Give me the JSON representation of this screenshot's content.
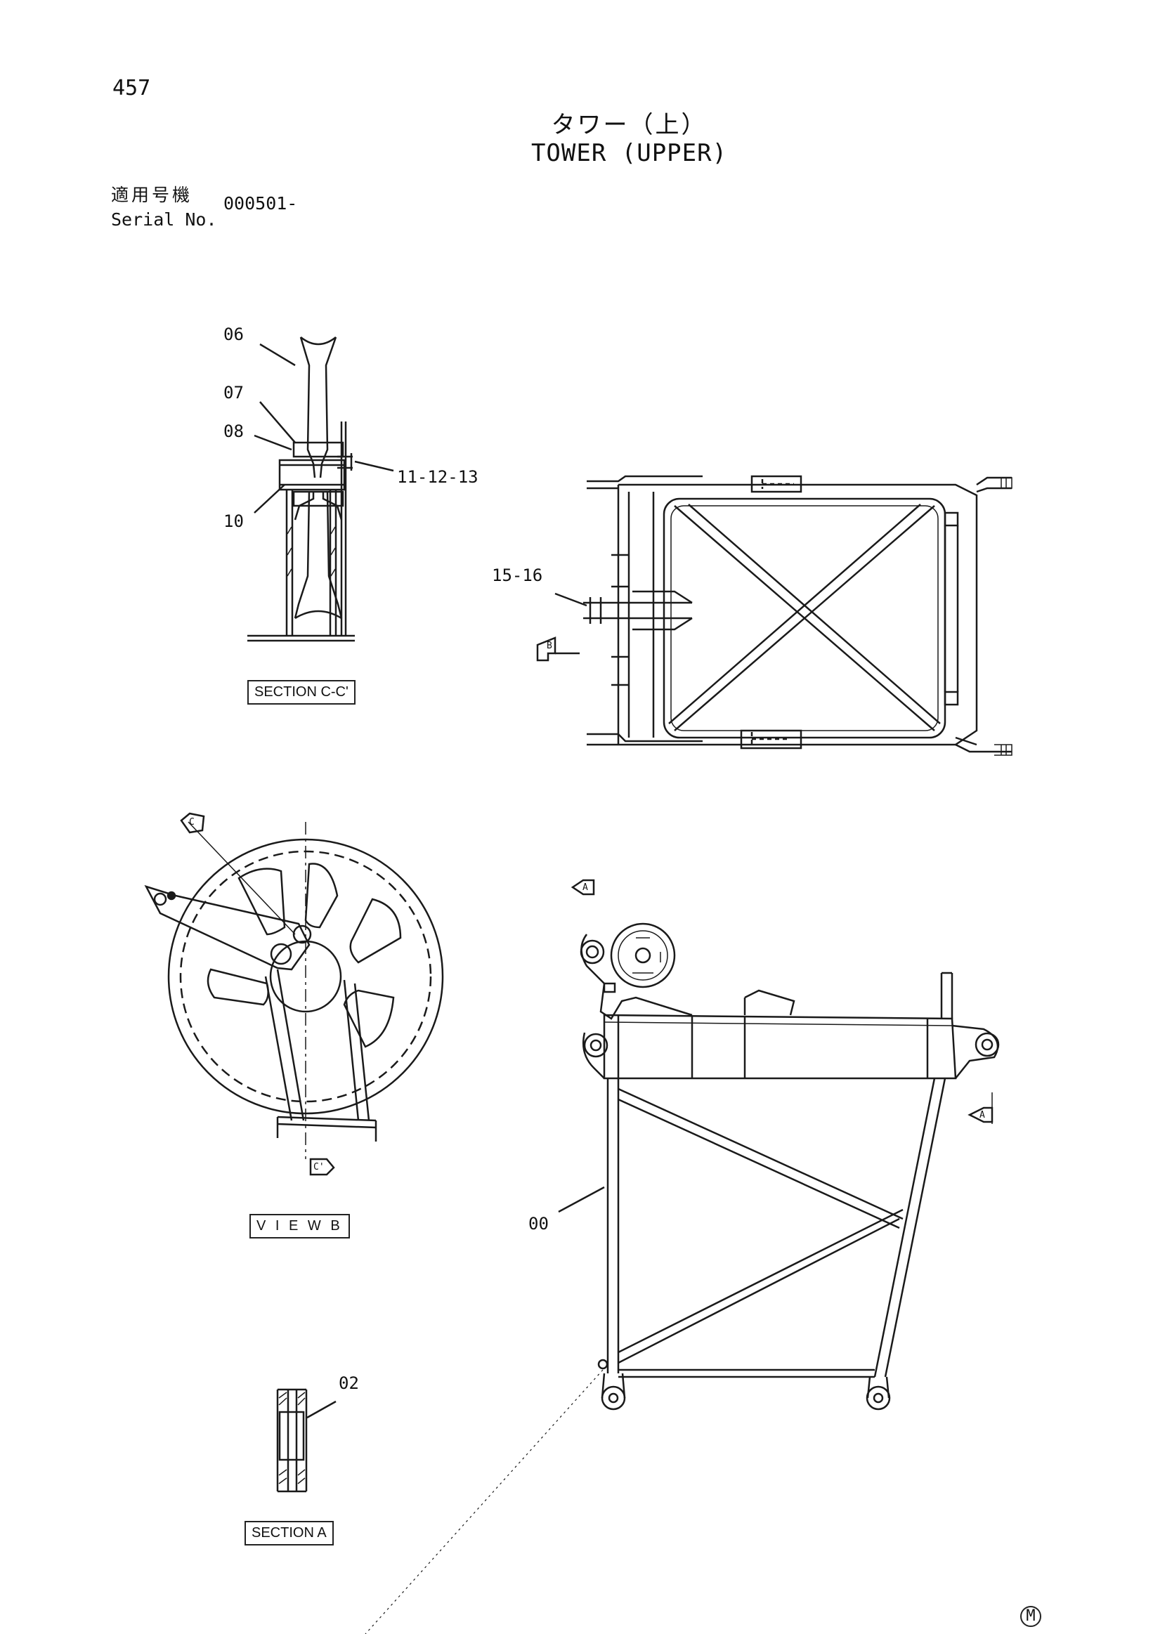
{
  "page_number": "457",
  "title": {
    "japanese": "タワー（上）",
    "english": "TOWER (UPPER)"
  },
  "serial": {
    "label_japanese": "適用号機",
    "label_english": "Serial No.",
    "value": "000501-"
  },
  "callouts": {
    "c06": "06",
    "c07": "07",
    "c08": "08",
    "c10": "10",
    "c111213": "11-12-13",
    "c1516": "15-16",
    "c00": "00",
    "c02": "02"
  },
  "view_labels": {
    "section_cc": "SECTION C-C'",
    "view_b": "V I E W  B",
    "section_a": "SECTION A"
  },
  "section_markers": {
    "b": "B",
    "c_top": "C",
    "c_bottom": "C'",
    "a_top": "A",
    "a_right": "A"
  },
  "footer_mark": "M"
}
